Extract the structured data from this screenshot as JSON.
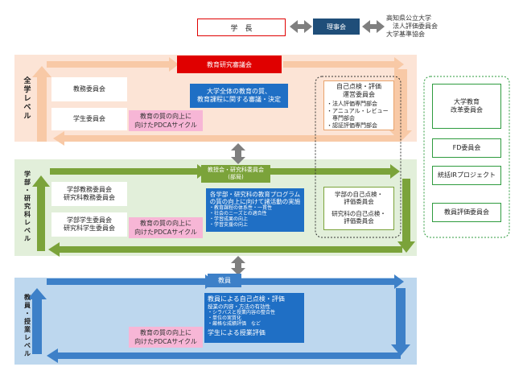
{
  "header": {
    "president": "学　長",
    "board": "理事会",
    "external": "高知県公立大学\n　法人評価委員会\n大学基準協会"
  },
  "levels": {
    "university": "全\n学\nレ\nベ\nル",
    "faculty": "学\n部\n・\n研\n究\n科\nレ\nベ\nル",
    "faculty_member": "教\n員\n・\n授\n業\nレ\nベ\nル"
  },
  "university_level": {
    "council": "教育研究審議会",
    "committee1": "教務委員会",
    "committee2": "学生委員会",
    "pdca": "教育の質の向上に\n向けたPDCAサイクル",
    "deliberation": "大学全体の教育の質、\n教育課程に関する審議・決定",
    "self_eval_title": "自己点検・評価\n運営委員会",
    "self_eval_items": [
      "・法人評価専門部会",
      "・アニュアル・レビュー\n　専門部会",
      "・認証評価専門部会"
    ]
  },
  "faculty_level": {
    "council": "教授会・研究科委員会\n(部局)",
    "committee1": "学部教務委員会\n研究科教務委員会",
    "committee2": "学部学生委員会\n研究科学生委員会",
    "pdca": "教育の質の向上に\n向けたPDCAサイクル",
    "improve_title": "各学部・研究科の教育プログラム\nの質の向上に向けて諸活動の実施",
    "improve_items": [
      "・教育課程の体系性・一貫性",
      "・社会のニーズとの適合性",
      "・学習成果の向上",
      "・学習支援の向上"
    ],
    "self_eval1": "学部の自己点検・\n評価委員会",
    "self_eval2": "研究科の自己点検・\n評価委員会"
  },
  "faculty_member_level": {
    "faculty": "教員",
    "self_eval_title": "教員による自己点検・評価",
    "self_eval_sub": "授業の内容・方法の有効性",
    "self_eval_items": [
      "・シラバスと授業内容の整合性",
      "・単位の実質化",
      "・厳格な成績評価　など"
    ],
    "student_eval": "学生による授業評価",
    "pdca": "教育の質の向上に\n向けたPDCAサイクル"
  },
  "right_panel": {
    "reform": "大学教育\n改革委員会",
    "fd": "FD委員会",
    "ir": "統括IRプロジェクト",
    "eval": "教員評価委員会"
  },
  "colors": {
    "orange_band": "#fce4d6",
    "orange_arrow": "#f8c9a6",
    "green_band": "#e2efda",
    "green_arrow": "#7ba33a",
    "blue_band": "#bdd7ee",
    "blue_arrow": "#3d80c8",
    "red": "#e00000",
    "navy": "#1f4e79",
    "pink": "#f7b6d6"
  }
}
